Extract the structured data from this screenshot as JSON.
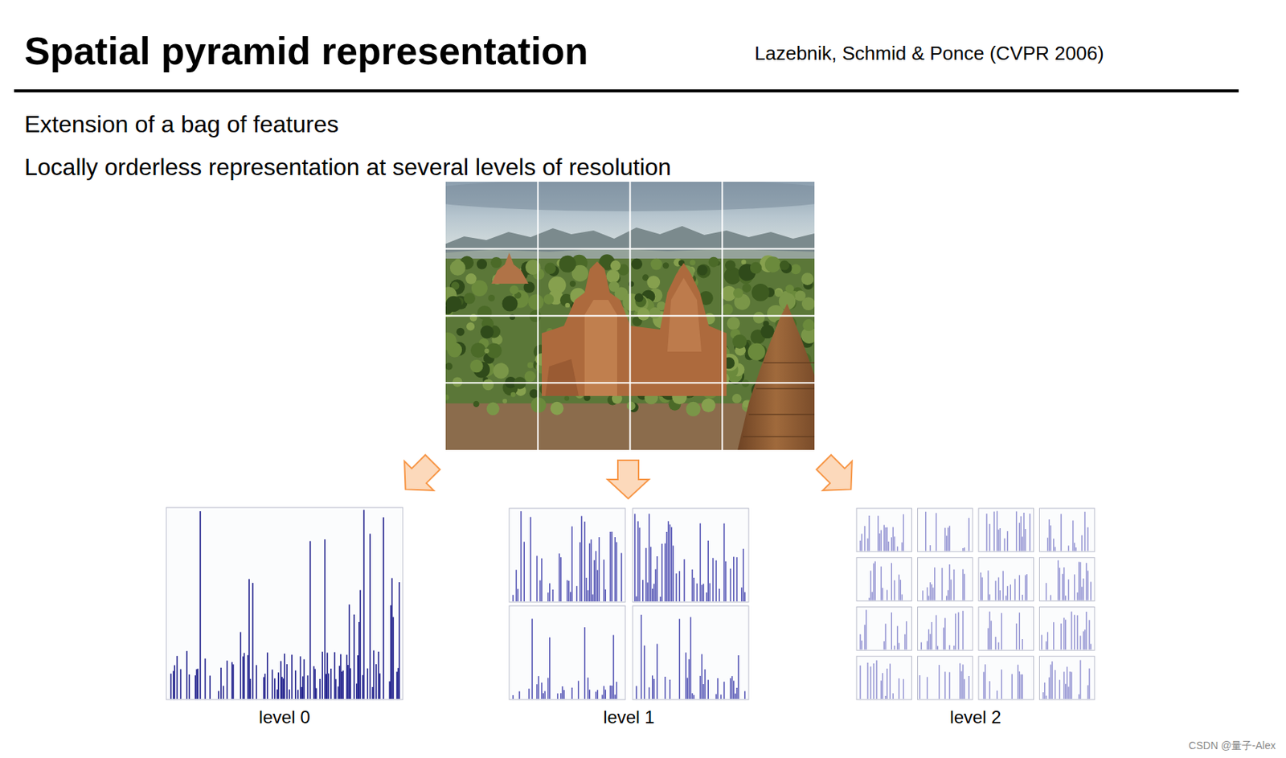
{
  "diagram": {
    "title": "Spatial pyramid representation",
    "nodes": [
      {
        "text": [
          "level 0"
        ]
      },
      {
        "text": [
          "level 1"
        ]
      },
      {
        "text": [
          "level 2"
        ]
      }
    ],
    "labels": [
      "Lazebnik, Schmid & Ponce (CVPR 2006)",
      "Extension of a bag of features",
      "Locally orderless representation at several levels of resolution",
      "CSDN @量子-Alex"
    ]
  }
}
